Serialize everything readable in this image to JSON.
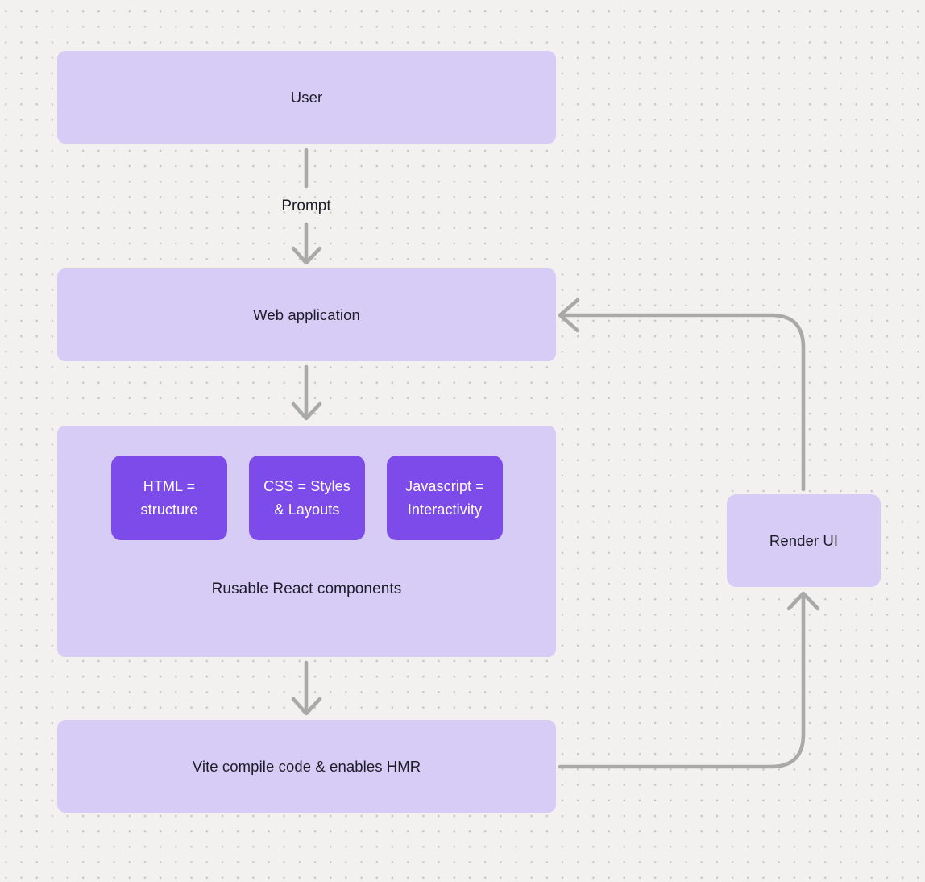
{
  "nodes": {
    "user": {
      "label": "User"
    },
    "web_application": {
      "label": "Web application"
    },
    "components_group": {
      "caption": "Rusable React components",
      "items": [
        {
          "label": "HTML = structure"
        },
        {
          "label": "CSS = Styles & Layouts"
        },
        {
          "label": "Javascript = Interactivity"
        }
      ]
    },
    "vite": {
      "label": "Vite compile code & enables HMR"
    },
    "render_ui": {
      "label": "Render UI"
    }
  },
  "edges": {
    "prompt_label": "Prompt",
    "connections": [
      {
        "from": "user",
        "to": "web_application",
        "label": "Prompt",
        "direction": "down"
      },
      {
        "from": "web_application",
        "to": "components_group",
        "direction": "down"
      },
      {
        "from": "components_group",
        "to": "vite",
        "direction": "down"
      },
      {
        "from": "vite",
        "to": "render_ui",
        "direction": "right-then-up"
      },
      {
        "from": "render_ui",
        "to": "web_application",
        "direction": "up-then-left"
      }
    ]
  },
  "colors": {
    "background": "#f2f1ef",
    "dot_grid": "#c7c5c3",
    "node_fill": "#d7ccf6",
    "accent_fill": "#7d4be9",
    "accent_text": "#ffffff",
    "text": "#1d1d27",
    "arrow": "#a9a9a9"
  }
}
